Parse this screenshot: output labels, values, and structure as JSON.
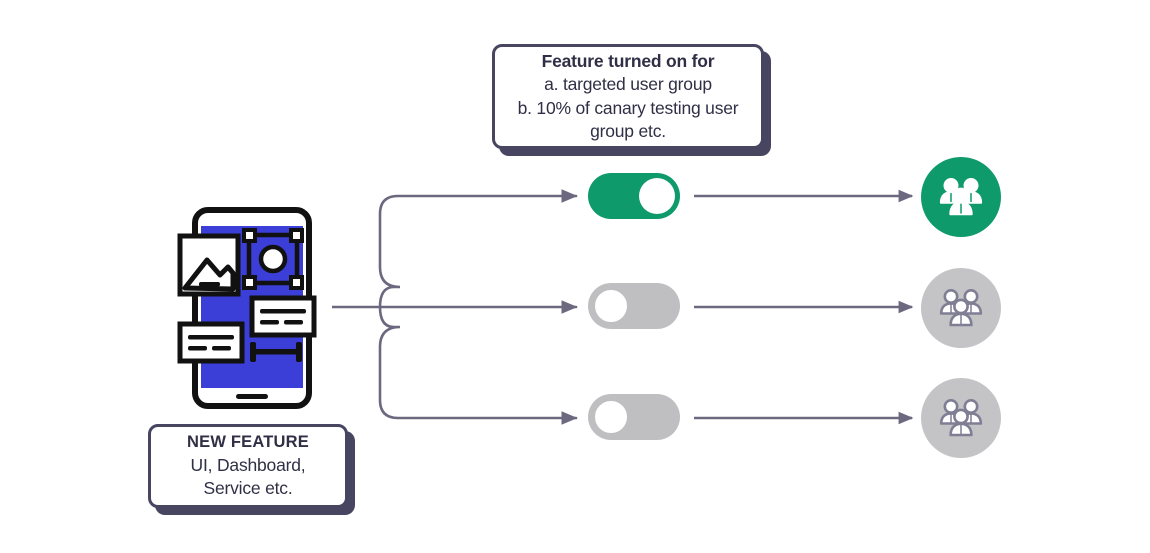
{
  "diagram": {
    "title": "Feature flag rollout diagram",
    "colors": {
      "accent_blue": "#3B3FD8",
      "accent_green": "#0E9A6B",
      "ink": "#302F45",
      "border": "#474560",
      "connector": "#6B687F",
      "inactive_gray": "#C4C4C6",
      "toggle_off": "#BFBFC2",
      "background": "#FFFFFF"
    }
  },
  "callouts": {
    "feature_on": {
      "title": "Feature turned on for",
      "lines": [
        "a. targeted user group",
        "b. 10% of canary testing user",
        "group etc."
      ]
    },
    "new_feature": {
      "title": "NEW FEATURE",
      "lines": [
        "UI, Dashboard,",
        "Service etc."
      ]
    }
  },
  "source": {
    "name": "new-feature-phone-mockup",
    "icons": [
      "image-placeholder-icon",
      "selection-handles-circle-icon",
      "text-card-icon",
      "text-card-icon",
      "dimension-ruler-icon",
      "home-indicator-icon"
    ]
  },
  "rows": [
    {
      "id": "row-1",
      "toggle": {
        "name": "feature-toggle-on",
        "state": "on",
        "state_label": "On",
        "color": "#0E9A6B"
      },
      "target": {
        "name": "user-group-targeted",
        "icon": "user-group-icon",
        "state": "active",
        "color": "#0E9A6B"
      }
    },
    {
      "id": "row-2",
      "toggle": {
        "name": "feature-toggle-off",
        "state": "off",
        "state_label": "Off",
        "color": "#BFBFC2"
      },
      "target": {
        "name": "user-group-excluded",
        "icon": "user-group-icon",
        "state": "inactive",
        "color": "#C4C4C6"
      }
    },
    {
      "id": "row-3",
      "toggle": {
        "name": "feature-toggle-off",
        "state": "off",
        "state_label": "Off",
        "color": "#BFBFC2"
      },
      "target": {
        "name": "user-group-excluded",
        "icon": "user-group-icon",
        "state": "inactive",
        "color": "#C4C4C6"
      }
    }
  ]
}
